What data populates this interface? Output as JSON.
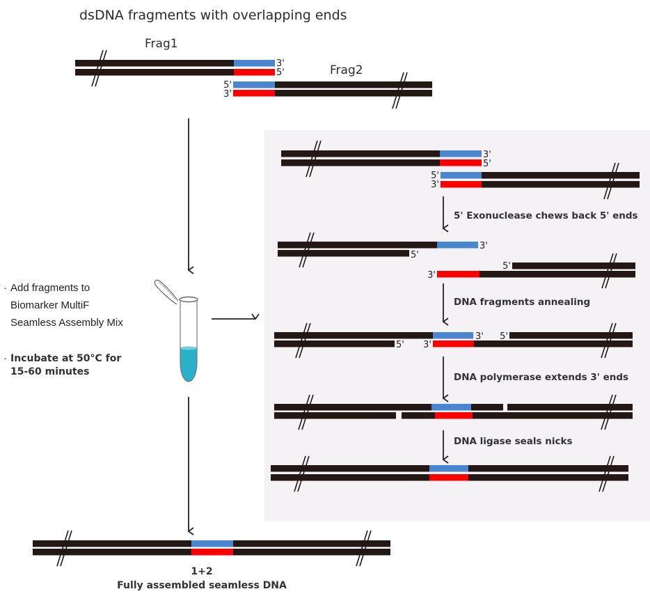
{
  "title": "dsDNA fragments with overlapping ends",
  "fragments": {
    "frag1_label": "Frag1",
    "frag2_label": "Frag2"
  },
  "end_labels": {
    "three_prime": "3'",
    "five_prime": "5'"
  },
  "instructions": {
    "bullet": "·",
    "step1_lines": [
      "Add fragments to",
      "Biomarker MultiF",
      "Seamless Assembly Mix"
    ],
    "step2_lines": [
      "Incubate at 50°C for",
      "15-60 minutes"
    ]
  },
  "mechanism_steps": [
    "5' Exonuclease chews back 5' ends",
    "DNA fragments annealing",
    "DNA polymerase extends 3' ends",
    "DNA ligase seals nicks"
  ],
  "result": {
    "label": "1+2",
    "caption": "Fully assembled seamless DNA"
  },
  "colors": {
    "strand": "#231815",
    "overlap_top": "#4a86cf",
    "overlap_bottom": "#ff0000",
    "panel_bg": "#f4f2f4",
    "arrow": "#222222",
    "liquid": "#2ab0c8"
  },
  "legend_semantics": {
    "black_segment": "fragment body",
    "blue_segment": "overlap region (top strand)",
    "red_segment": "overlap region (bottom strand)",
    "double_slash": "break mark (sequence continues)"
  }
}
